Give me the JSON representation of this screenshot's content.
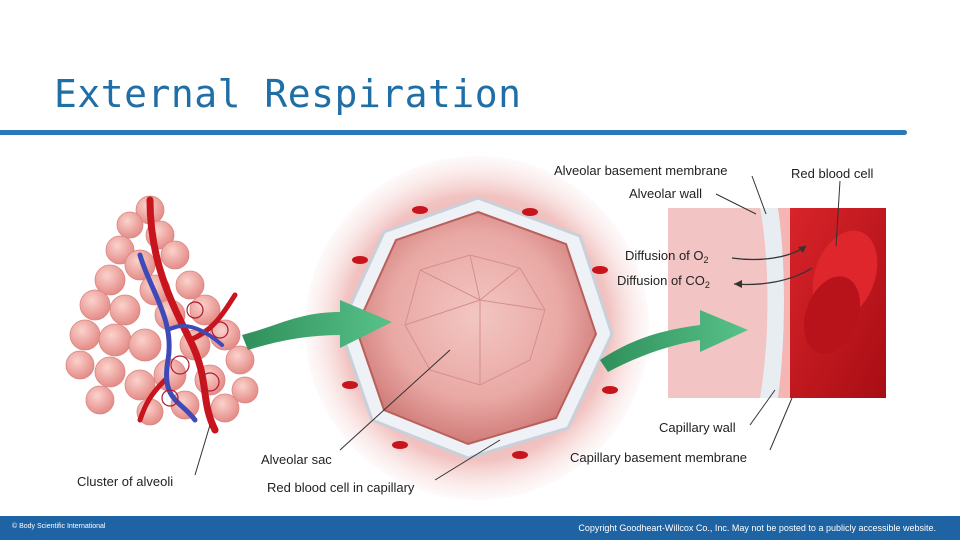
{
  "slide": {
    "title": "External Respiration"
  },
  "labels": {
    "cluster_of_alveoli": "Cluster of alveoli",
    "alveolar_sac": "Alveolar sac",
    "rbc_in_capillary": "Red blood cell in capillary",
    "alveolar_basement_membrane": "Alveolar basement membrane",
    "alveolar_wall": "Alveolar wall",
    "red_blood_cell": "Red blood cell",
    "diffusion_o2_prefix": "Diffusion of O",
    "diffusion_o2_sub": "2",
    "diffusion_co2_prefix": "Diffusion of CO",
    "diffusion_co2_sub": "2",
    "capillary_wall": "Capillary wall",
    "capillary_basement_membrane": "Capillary basement membrane"
  },
  "footer": {
    "left": "© Body Scientific International",
    "right": "Copyright Goodheart-Willcox Co., Inc. May not be posted to a publicly accessible website."
  },
  "colors": {
    "title": "#1f6fa6",
    "rule": "#2a78b5",
    "footer": "#1e63a3",
    "arrow": "#3aa86a",
    "tissue_pink": "#e9a3a3",
    "blood_red": "#c8141c"
  }
}
